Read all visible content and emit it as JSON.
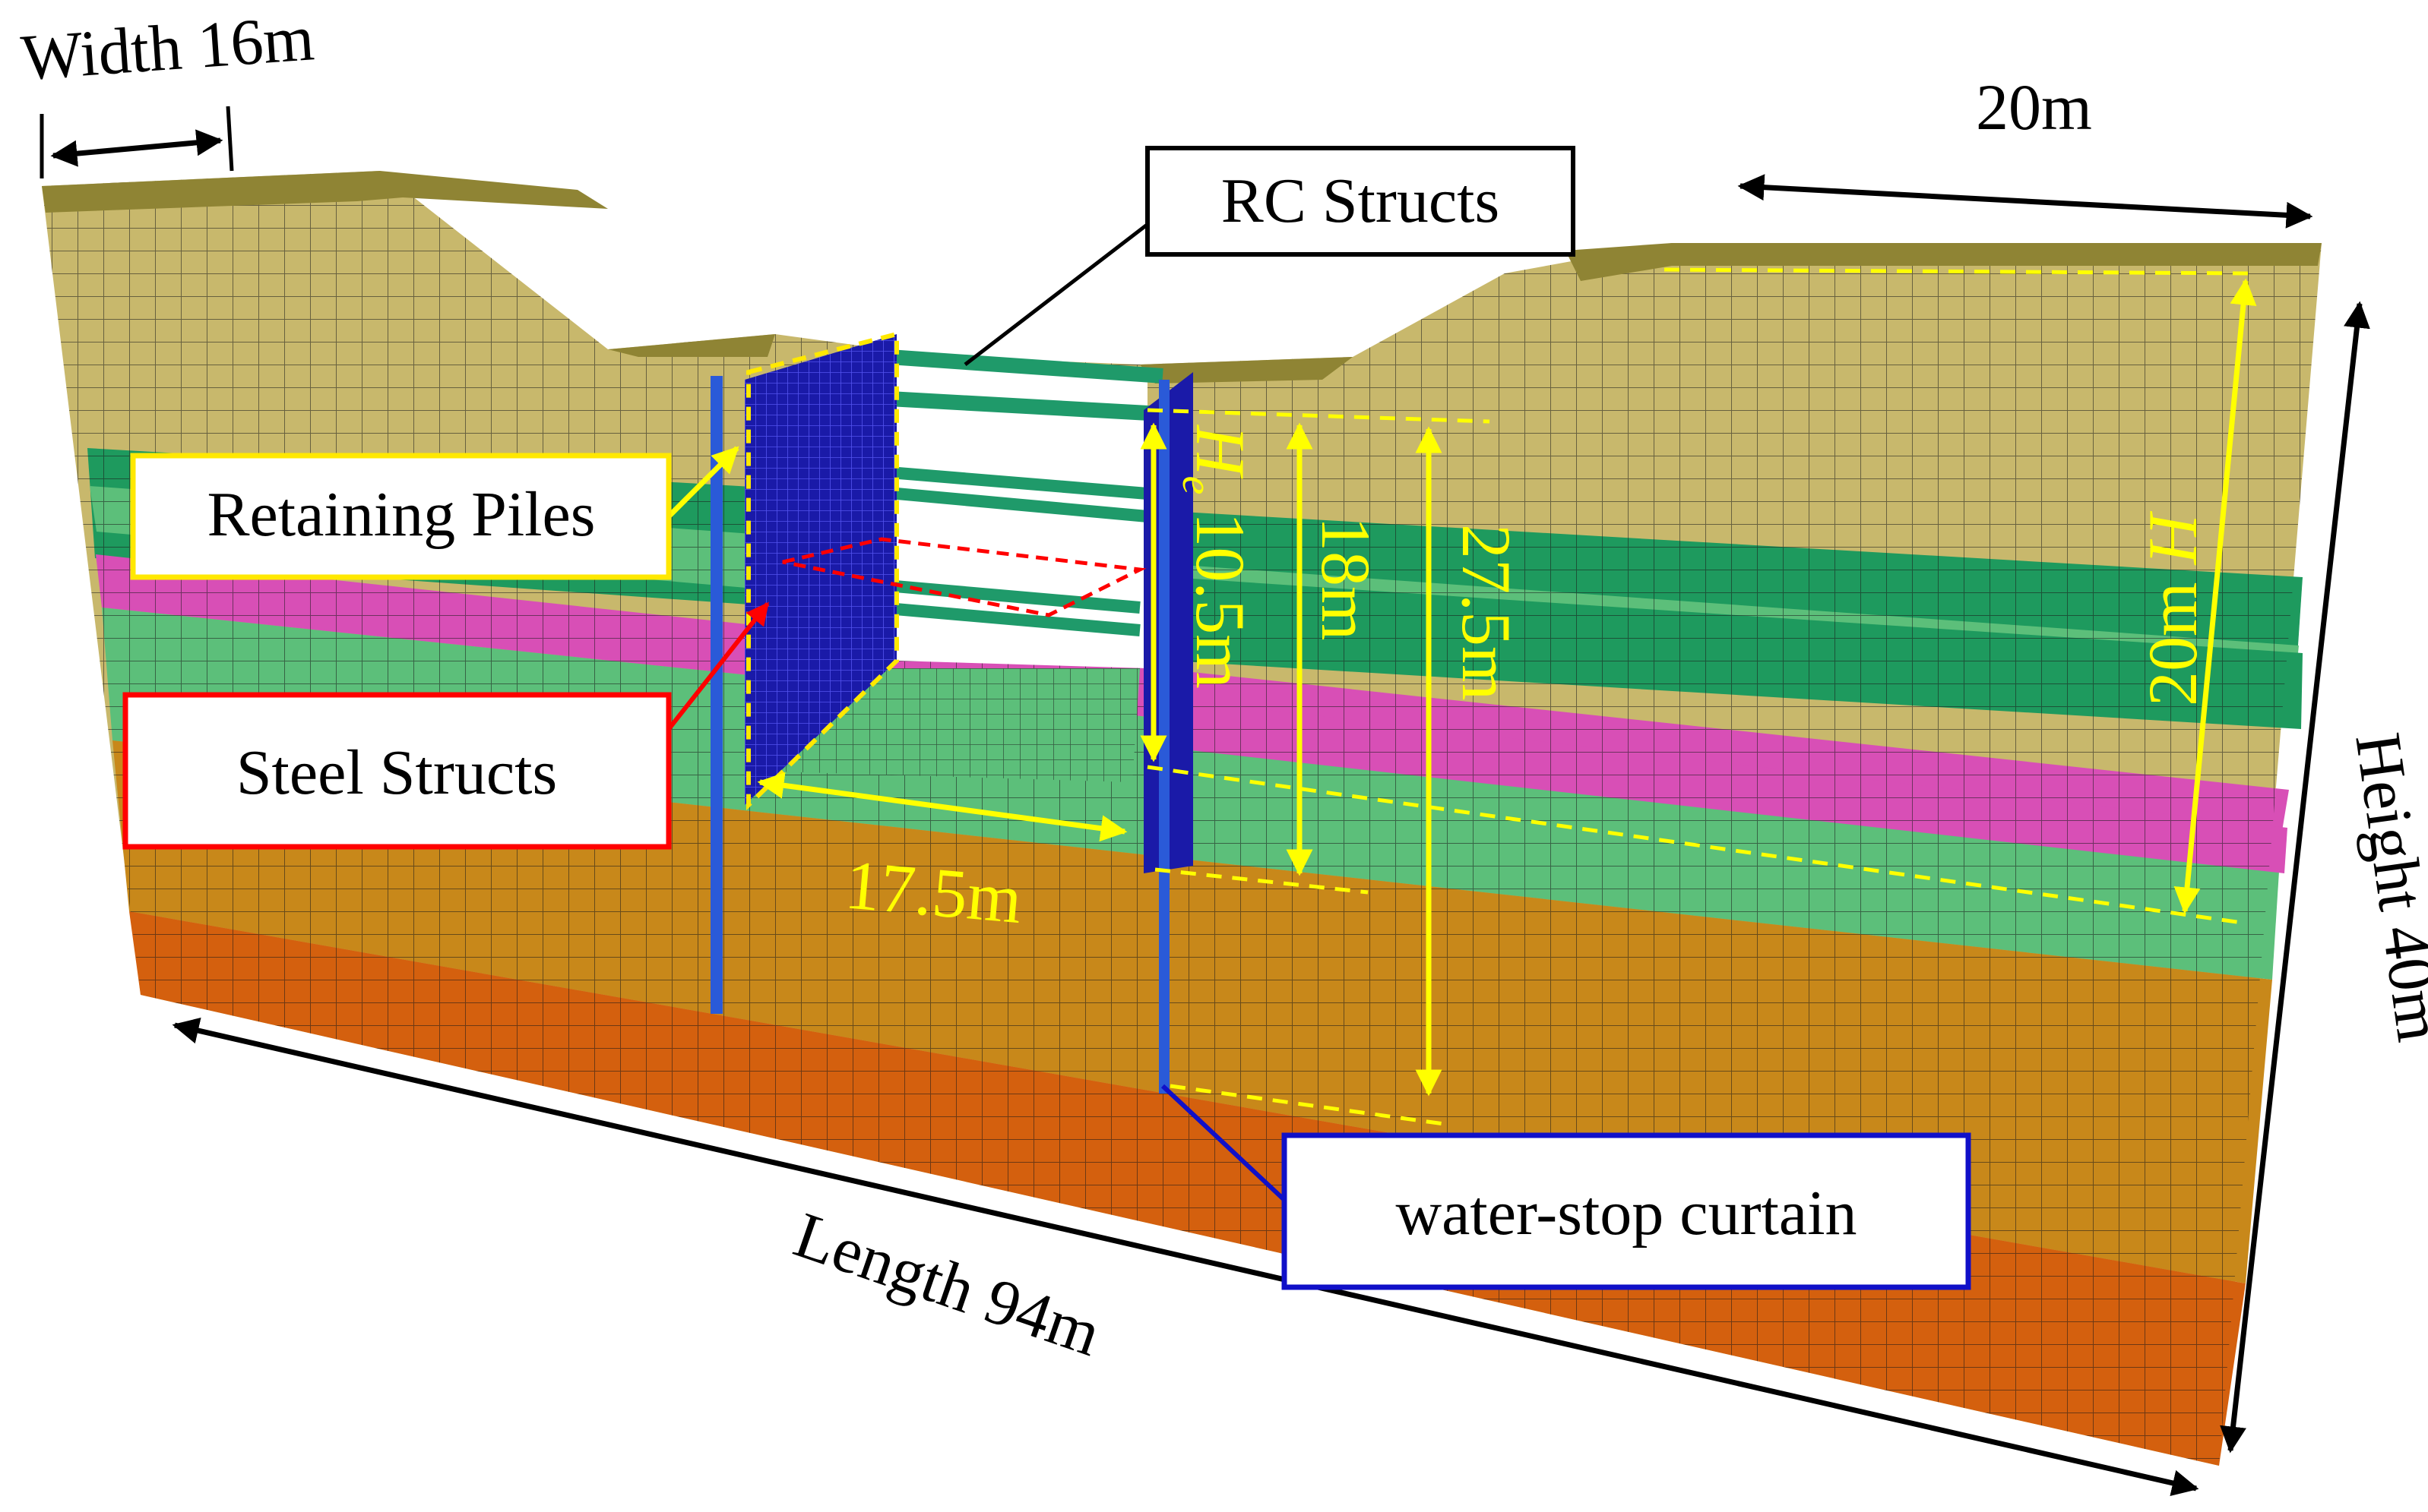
{
  "dimensions": {
    "width_top": "Width 16m",
    "top_right": "20m",
    "height": "Height  40m",
    "length": "Length  94m",
    "excavation_width": "17.5m",
    "he_depth": "10.5m",
    "he_symbol": "H",
    "he_subscript": "e",
    "depth_18": "18m",
    "depth_27_5": "27.5m",
    "right_depth": "20m",
    "right_depth_symbol": "H"
  },
  "callouts": {
    "rc_struts": "RC Structs",
    "retaining_piles": "Retaining Piles",
    "steel_struts": "Steel Structs",
    "water_stop": "water-stop curtain"
  },
  "colors": {
    "topsoil": "#c8b86c",
    "topsoil_dark": "#8f8434",
    "green_dark": "#1e9a5e",
    "green_light": "#5cbf7a",
    "magenta": "#d84fb6",
    "ochre": "#c8881a",
    "orange_red": "#d4600e",
    "structure_blue": "#1a1aa8",
    "rc_strut_green": "#1f9a6a",
    "annotation_yellow": "#ffff00",
    "callout_yellow": "#ffe800",
    "callout_red": "#ff0000",
    "callout_blue": "#1010c8",
    "callout_black": "#000000"
  }
}
